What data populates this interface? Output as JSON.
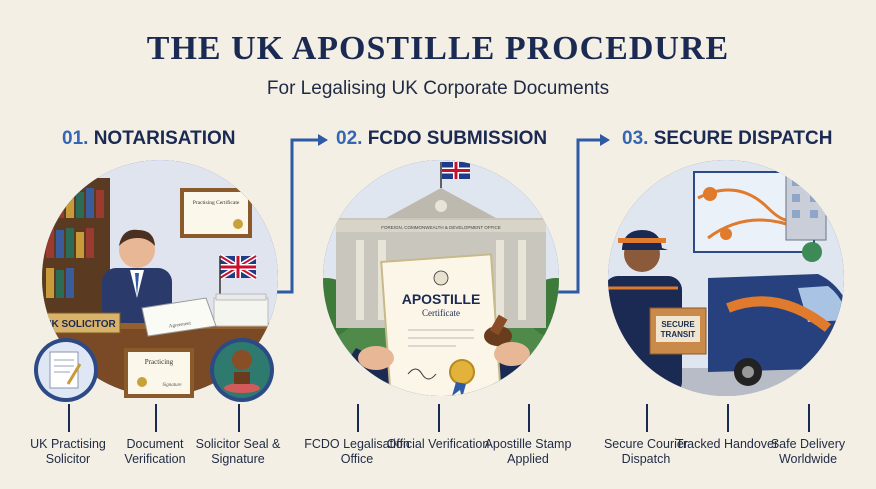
{
  "header": {
    "title": "THE UK APOSTILLE PROCEDURE",
    "subtitle": "For Legalising UK Corporate Documents"
  },
  "steps": [
    {
      "number": "01.",
      "title": "NOTARISATION",
      "scene_labels": {
        "desk_sign": "UK SOLICITOR",
        "wall_certificate": "Practising Certificate",
        "document": "Agreement",
        "framed_certificate": "Practicing",
        "signature": "Signature"
      },
      "captions": [
        "UK Practising Solicitor",
        "Document Verification",
        "Solicitor Seal & Signature"
      ]
    },
    {
      "number": "02.",
      "title": "FCDO SUBMISSION",
      "scene_labels": {
        "building_sign": "FOREIGN, COMMONWEALTH & DEVELOPMENT OFFICE",
        "certificate_title": "APOSTILLE",
        "certificate_subtitle": "Certificate"
      },
      "captions": [
        "FCDO Legalisation Office",
        "Official Verification",
        "Apostille Stamp Applied"
      ]
    },
    {
      "number": "03.",
      "title": "SECURE DISPATCH",
      "scene_labels": {
        "parcel_line1": "SECURE",
        "parcel_line2": "TRANSIT"
      },
      "captions": [
        "Secure Courier Dispatch",
        "Tracked Handover",
        "Safe Delivery Worldwide"
      ]
    }
  ],
  "colors": {
    "navy": "#1b2a52",
    "accent_blue": "#3566b5",
    "background": "#f4efe4",
    "orange": "#e07a2c"
  }
}
